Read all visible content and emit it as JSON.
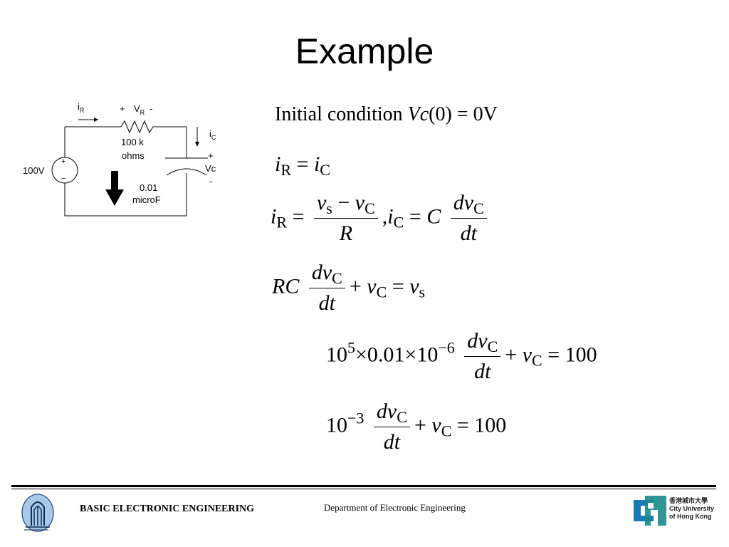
{
  "slide": {
    "title": "Example"
  },
  "circuit": {
    "current_r_label": "i",
    "current_r_sub": "R",
    "voltage_r_plus": "+",
    "voltage_r_label": "V",
    "voltage_r_sub": "R",
    "voltage_r_minus": "-",
    "resistor_value_line1": "100 k",
    "resistor_value_line2": "ohms",
    "source_label": "100V",
    "source_plus": "+",
    "source_minus": "−",
    "current_c_label": "i",
    "current_c_sub": "C",
    "cap_plus": "+",
    "cap_label": "Vc",
    "cap_minus": "-",
    "cap_value_line1": "0.01",
    "cap_value_line2": "microF"
  },
  "equations": {
    "initial_condition_text": "Initial condition",
    "initial_condition_var": "Vc",
    "initial_condition_value": "(0) = 0V"
  },
  "footer": {
    "course": "BASIC ELECTRONIC ENGINEERING",
    "department": "Department of Electronic Engineering",
    "uni_cn": "香港城市大學",
    "uni_en_line1": "City University",
    "uni_en_line2": "of Hong Kong"
  },
  "colors": {
    "logo_blue": "#1a7ab8",
    "logo_teal": "#1a8a8a",
    "crest_blue": "#a8c8e8"
  }
}
